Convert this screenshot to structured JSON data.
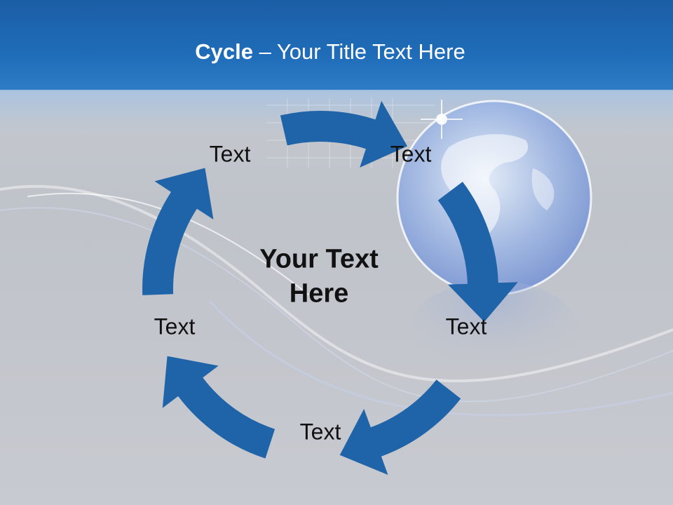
{
  "title": {
    "bold": "Cycle",
    "rest": " – Your Title Text Here"
  },
  "center_text": {
    "line1": "Your Text",
    "line2": "Here"
  },
  "nodes": [
    {
      "label": "Text"
    },
    {
      "label": "Text"
    },
    {
      "label": "Text"
    },
    {
      "label": "Text"
    },
    {
      "label": "Text"
    }
  ],
  "colors": {
    "arrow": "#1f63a8",
    "header": "#1f6cb8",
    "text": "#111111"
  },
  "icons": [
    "globe-icon"
  ]
}
